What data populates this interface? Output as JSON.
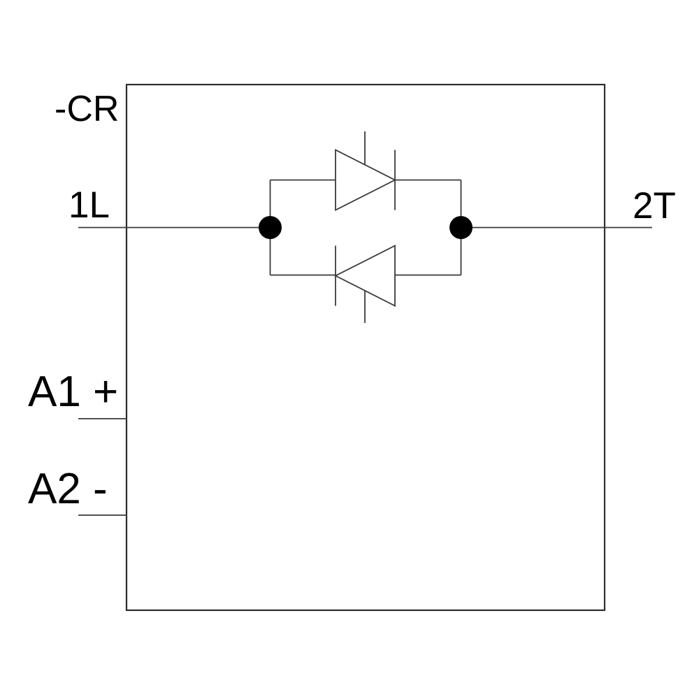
{
  "schematic": {
    "kind": "relay-output-circuit",
    "description": "Enclosure box containing two anti-parallel thyristors between line and load terminals, with DC coil terminal stubs",
    "labels": {
      "device": "-CR",
      "terminal_line": "1L",
      "terminal_load": "2T",
      "coil_positive": "A1 +",
      "coil_negative": "A2 -"
    },
    "colors": {
      "background": "#ffffff",
      "wire": "#3a3a3a",
      "enclosure": "#2d2d2d",
      "text": "#000000",
      "junction_dot": "#000000"
    },
    "symbols": [
      "thyristor-forward-icon",
      "thyristor-reverse-icon",
      "junction-dot-left",
      "junction-dot-right"
    ]
  }
}
